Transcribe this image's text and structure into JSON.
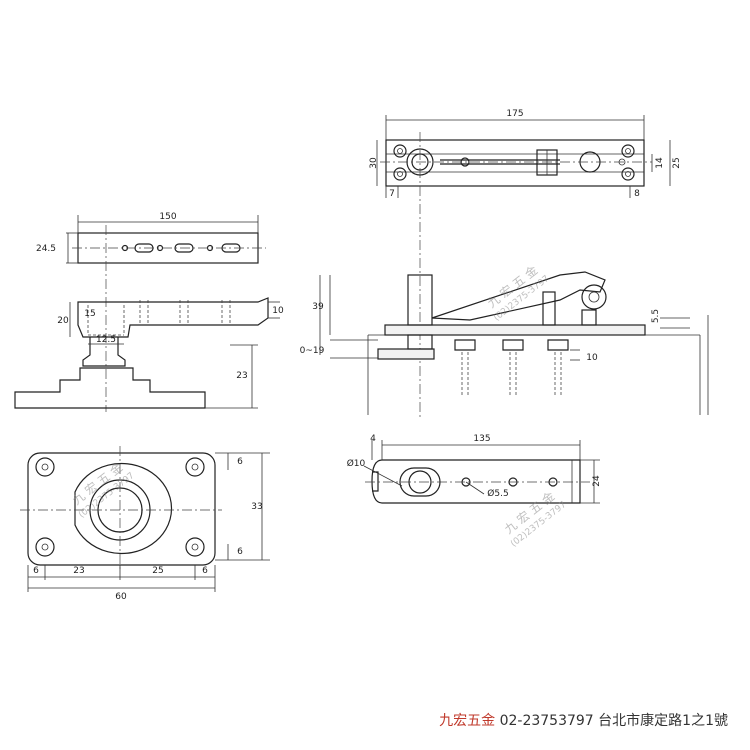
{
  "dimensions": {
    "top_view_width": "175",
    "top_view_height_outer": "30",
    "top_view_height_inner": "14",
    "top_view_height_right": "25",
    "top_view_left_offset": "7",
    "top_view_right_offset": "8",
    "side_height": "39",
    "side_travel": "0~19",
    "side_bottom": "10",
    "side_right": "5.5",
    "plate_width": "150",
    "plate_height": "24.5",
    "block_thickness": "10",
    "block_height": "20",
    "block_inner": "15",
    "neck_width": "12.5",
    "base_height": "23",
    "base_top_margin": "6",
    "base_height_total": "33",
    "base_bottom_margin": "6",
    "base_w1": "6",
    "base_w2": "23",
    "base_w3": "25",
    "base_w4": "6",
    "base_total_width": "60",
    "bottom_left_offset": "4",
    "bottom_width": "135",
    "bottom_height": "24",
    "pivot_dia": "Ø10",
    "hole_dia": "Ø5.5"
  },
  "watermark": {
    "line1": "九 宏 五 金",
    "line2": "(02)2375-3797"
  },
  "footer": {
    "brand": "九宏五金",
    "phone": "02-23753797",
    "address": "台北市康定路1之1號"
  }
}
